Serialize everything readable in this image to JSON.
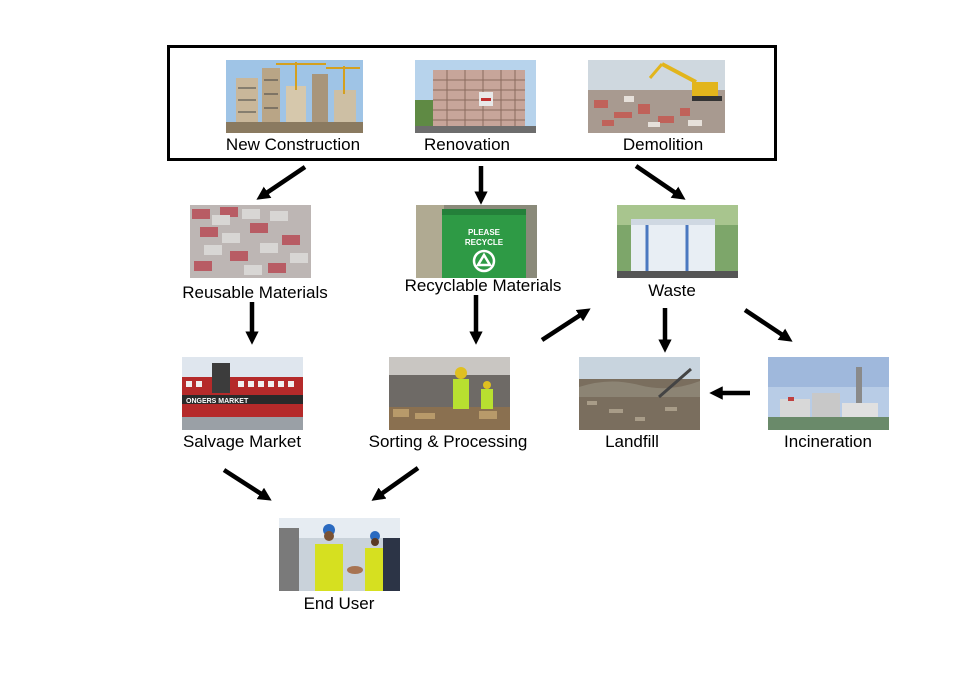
{
  "diagram": {
    "nodes": {
      "new_construction": {
        "label": "New Construction",
        "image": "high-rise-construction-cranes-photo"
      },
      "renovation": {
        "label": "Renovation",
        "image": "scaffolded-building-photo"
      },
      "demolition": {
        "label": "Demolition",
        "image": "excavator-rubble-photo"
      },
      "reusable_materials": {
        "label": "Reusable Materials",
        "image": "stacked-bricks-photo"
      },
      "recyclable_materials": {
        "label": "Recyclable  Materials",
        "image": "green-recycle-bin-photo",
        "sign_text": [
          "PLEASE",
          "RECYCLE"
        ]
      },
      "waste": {
        "label": "Waste",
        "image": "bagged-waste-photo"
      },
      "salvage_market": {
        "label": "Salvage Market",
        "image": "red-market-building-photo",
        "sign_text": "ONGERS MARKET"
      },
      "sorting_processing": {
        "label": "Sorting & Processing",
        "image": "workers-sorting-line-photo"
      },
      "landfill": {
        "label": "Landfill",
        "image": "landfill-site-photo"
      },
      "incineration": {
        "label": "Incineration",
        "image": "incineration-plant-chimney-photo"
      },
      "end_user": {
        "label": "End User",
        "image": "handshake-workers-photo"
      }
    },
    "edges": [
      {
        "from": "source_group",
        "to": "reusable_materials"
      },
      {
        "from": "source_group",
        "to": "recyclable_materials"
      },
      {
        "from": "source_group",
        "to": "waste"
      },
      {
        "from": "reusable_materials",
        "to": "salvage_market"
      },
      {
        "from": "recyclable_materials",
        "to": "sorting_processing"
      },
      {
        "from": "sorting_processing",
        "to": "waste"
      },
      {
        "from": "waste",
        "to": "landfill"
      },
      {
        "from": "waste",
        "to": "incineration"
      },
      {
        "from": "incineration",
        "to": "landfill"
      },
      {
        "from": "salvage_market",
        "to": "end_user"
      },
      {
        "from": "sorting_processing",
        "to": "end_user"
      }
    ]
  }
}
